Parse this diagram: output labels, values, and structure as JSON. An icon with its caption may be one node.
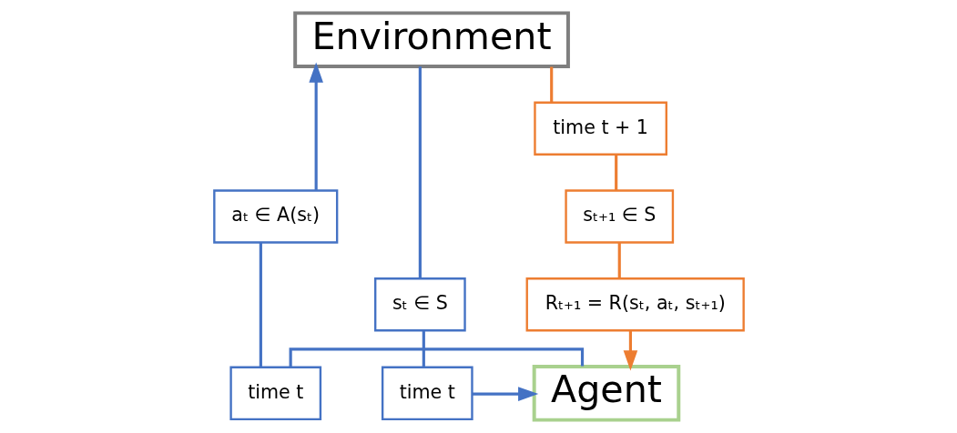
{
  "diagram": {
    "nodes": [
      {
        "text": [
          "Environment"
        ]
      },
      {
        "text": [
          "time t + 1"
        ]
      },
      {
        "text": [
          "aₜ ∈ A(sₜ)"
        ]
      },
      {
        "text": [
          "sₜ₊₁ ∈ S"
        ]
      },
      {
        "text": [
          "sₜ ∈ S"
        ]
      },
      {
        "text": [
          "Rₜ₊₁ = R(sₜ, aₜ, sₜ₊₁)"
        ]
      },
      {
        "text": [
          "time t"
        ]
      },
      {
        "text": [
          "Agent"
        ]
      },
      {
        "text": [
          "time t"
        ]
      }
    ],
    "edges": [
      {
        "from": 7,
        "to": 6,
        "arrow": "none"
      },
      {
        "from": 6,
        "to": 2,
        "arrow": "none"
      },
      {
        "from": 2,
        "to": 0,
        "arrow": "to"
      },
      {
        "from": 0,
        "to": 1,
        "arrow": "none",
        "color": "#ed7d31"
      },
      {
        "from": 1,
        "to": 3,
        "arrow": "none",
        "color": "#ed7d31"
      },
      {
        "from": 3,
        "to": 5,
        "arrow": "none",
        "color": "#ed7d31"
      },
      {
        "from": 5,
        "to": 7,
        "arrow": "to",
        "color": "#ed7d31"
      },
      {
        "from": 0,
        "to": 4,
        "arrow": "none"
      },
      {
        "from": 4,
        "to": 8,
        "arrow": "none"
      },
      {
        "from": 8,
        "to": 7,
        "arrow": "to"
      }
    ]
  }
}
